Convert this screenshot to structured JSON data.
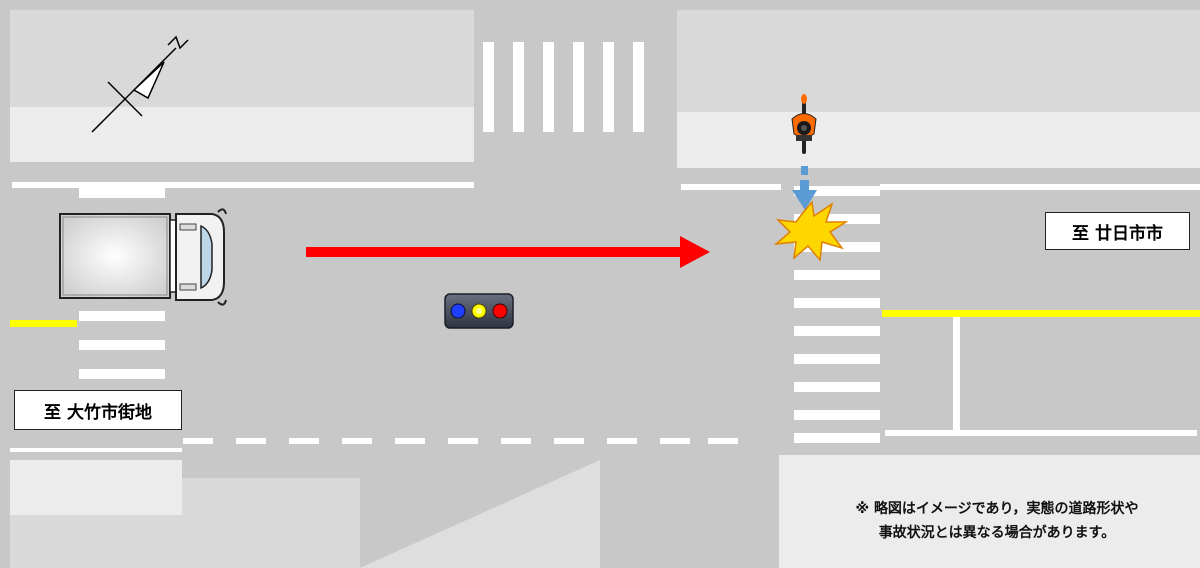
{
  "labels": {
    "west": "至 大竹市街地",
    "east": "至 廿日市市"
  },
  "note": {
    "line1": "※ 略図はイメージであり，実態の道路形状や",
    "line2": "事故状況とは異なる場合があります。"
  },
  "compass": {
    "letter": "N"
  },
  "colors": {
    "road": "#c8c8c8",
    "sidewalk": "#e4e4e4",
    "marking": "#ffffff",
    "center_line": "#ffff00",
    "truck_path_arrow": "#ff0000",
    "bicycle_path_arrow": "#5b9bd5",
    "collision": "#ffd700",
    "signal_blue": "#1f3fff",
    "signal_yellow": "#ffff00",
    "signal_red": "#ff0000"
  },
  "icons": {
    "vehicle": "truck-icon",
    "cyclist": "bicycle-rider-icon",
    "impact": "collision-burst-icon",
    "signal": "traffic-signal-icon",
    "compass": "north-arrow-icon"
  }
}
